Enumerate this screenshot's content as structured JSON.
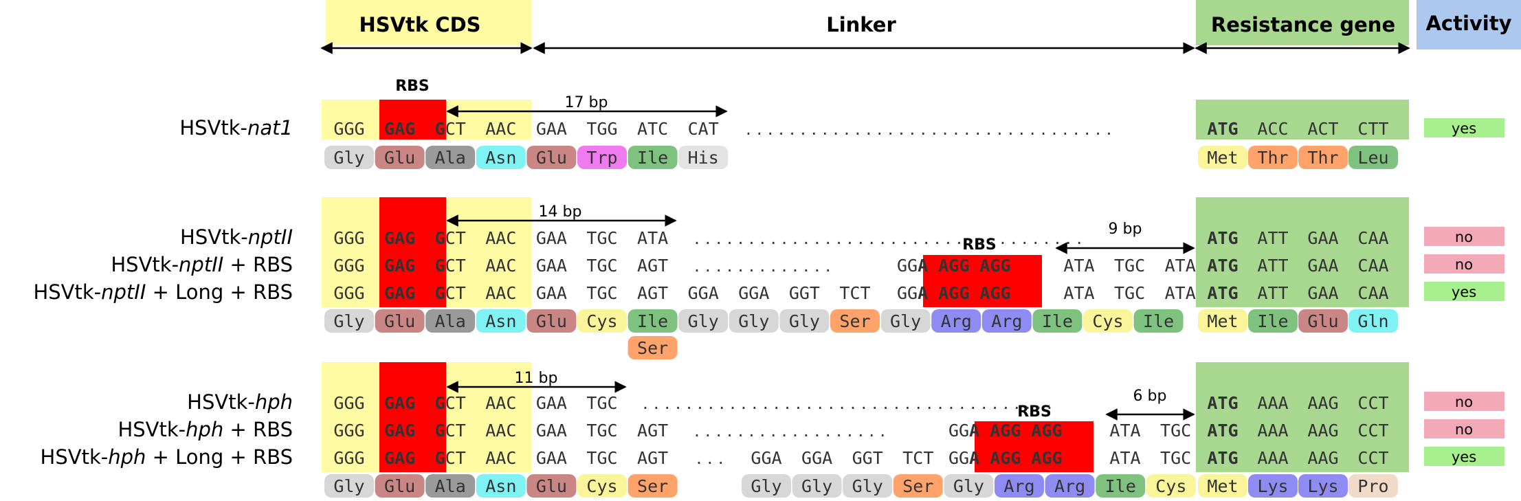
{
  "headers": {
    "cds": "HSVtk CDS",
    "linker": "Linker",
    "resistance": "Resistance gene",
    "activity": "Activity"
  },
  "rbs_label": "RBS",
  "colors": {
    "cds_bg": "#FFFBA3",
    "resistance_bg": "#A8D890",
    "activity_bg": "#ADC8EE",
    "rbs_red": "#FF0000",
    "yes_bg": "#A7F08D",
    "no_bg": "#F4A9B8",
    "aa": {
      "Gly": "#D7D7D7",
      "Glu": "#C98684",
      "Ala": "#9A9A9A",
      "Asn": "#7FF3F3",
      "Trp": "#F07AF0",
      "Ile": "#7FC27F",
      "His": "#E3E3E3",
      "Cys": "#FAF59A",
      "Ser": "#FFA36B",
      "Arg": "#8E8CF2",
      "Met": "#FAF59A",
      "Thr": "#FFA36B",
      "Leu": "#7FC27F",
      "Gln": "#7FF3F3",
      "Lys": "#8E8CF2",
      "Pro": "#F2DAC8"
    }
  },
  "blocks": [
    {
      "id": "nat1",
      "bp_label": "17 bp",
      "rows": [
        {
          "prefix": "HSVtk-",
          "gene": "nat1",
          "suffix": "",
          "activity": "yes",
          "codons": [
            "GGG",
            "GAG",
            "GCT",
            "AAC",
            "GAA",
            "TGG",
            "ATC",
            "CAT"
          ],
          "dots": ". . . . . . . . . . . . . . . . . . . . . . . . . . . . . . . . . .",
          "rbs_codons": [],
          "linker_tail": [],
          "res_codons": [
            "ATG",
            "ACC",
            "ACT",
            "CTT"
          ]
        }
      ],
      "aa": [
        "Gly",
        "Glu",
        "Ala",
        "Asn",
        "Glu",
        "Trp",
        "Ile",
        "His"
      ],
      "aa_res": [
        "Met",
        "Thr",
        "Thr",
        "Leu"
      ]
    },
    {
      "id": "nptII",
      "bp_label": "14 bp",
      "bp_label2": "9 bp",
      "rows": [
        {
          "prefix": "HSVtk-",
          "gene": "nptII",
          "suffix": "",
          "activity": "no",
          "codons": [
            "GGG",
            "GAG",
            "GCT",
            "AAC",
            "GAA",
            "TGC",
            "ATA"
          ],
          "dots": ". . . . . . . . . . . . . . . . . . . . . . . . . . . . . . . . . . . .",
          "rbs_codons": [],
          "linker_tail": [],
          "res_codons": [
            "ATG",
            "ATT",
            "GAA",
            "CAA"
          ]
        },
        {
          "prefix": "HSVtk-",
          "gene": "nptII",
          "suffix": " + RBS",
          "activity": "no",
          "codons": [
            "GGG",
            "GAG",
            "GCT",
            "AAC",
            "GAA",
            "TGC",
            "AGT"
          ],
          "dots": ". . . . . . . . . . . . .",
          "rbs_codons": [
            "GGA",
            "AGG",
            "AGG"
          ],
          "linker_tail": [
            "ATA",
            "TGC",
            "ATA"
          ],
          "res_codons": [
            "ATG",
            "ATT",
            "GAA",
            "CAA"
          ]
        },
        {
          "prefix": "HSVtk-",
          "gene": "nptII",
          "suffix": " + Long + RBS",
          "activity": "yes",
          "codons": [
            "GGG",
            "GAG",
            "GCT",
            "AAC",
            "GAA",
            "TGC",
            "AGT",
            "GGA",
            "GGA",
            "GGT",
            "TCT"
          ],
          "dots": "",
          "rbs_codons": [
            "GGA",
            "AGG",
            "AGG"
          ],
          "linker_tail": [
            "ATA",
            "TGC",
            "ATA"
          ],
          "res_codons": [
            "ATG",
            "ATT",
            "GAA",
            "CAA"
          ]
        }
      ],
      "aa": [
        "Gly",
        "Glu",
        "Ala",
        "Asn",
        "Glu",
        "Cys",
        "Ile",
        "Gly",
        "Gly",
        "Gly",
        "Ser",
        "Gly",
        "Arg",
        "Arg",
        "Ile",
        "Cys",
        "Ile"
      ],
      "aa_extra": "Ser",
      "aa_res": [
        "Met",
        "Ile",
        "Glu",
        "Gln"
      ]
    },
    {
      "id": "hph",
      "bp_label": "11 bp",
      "bp_label2": "6 bp",
      "rows": [
        {
          "prefix": "HSVtk-",
          "gene": "hph",
          "suffix": "",
          "activity": "no",
          "codons": [
            "GGG",
            "GAG",
            "GCT",
            "AAC",
            "GAA",
            "TGC"
          ],
          "dots": ". . . . . . . . . . . . . . . . . . . . . . . . . . . . . . . . . . . . . .",
          "rbs_codons": [],
          "linker_tail": [],
          "res_codons": [
            "ATG",
            "AAA",
            "AAG",
            "CCT"
          ]
        },
        {
          "prefix": "HSVtk-",
          "gene": "hph",
          "suffix": " + RBS",
          "activity": "no",
          "codons": [
            "GGG",
            "GAG",
            "GCT",
            "AAC",
            "GAA",
            "TGC",
            "AGT"
          ],
          "dots": ". . . . . . . . . . . . . . . . . .",
          "rbs_codons": [
            "GGA",
            "AGG",
            "AGG"
          ],
          "linker_tail": [
            "ATA",
            "TGC"
          ],
          "res_codons": [
            "ATG",
            "AAA",
            "AAG",
            "CCT"
          ]
        },
        {
          "prefix": "HSVtk-",
          "gene": "hph",
          "suffix": " + Long + RBS",
          "activity": "yes",
          "codons": [
            "GGG",
            "GAG",
            "GCT",
            "AAC",
            "GAA",
            "TGC",
            "AGT"
          ],
          "dots": ". . .",
          "mid_codons": [
            "GGA",
            "GGA",
            "GGT",
            "TCT"
          ],
          "rbs_codons": [
            "GGA",
            "AGG",
            "AGG"
          ],
          "linker_tail": [
            "ATA",
            "TGC"
          ],
          "res_codons": [
            "ATG",
            "AAA",
            "AAG",
            "CCT"
          ]
        }
      ],
      "aa": [
        "Gly",
        "Glu",
        "Ala",
        "Asn",
        "Glu",
        "Cys",
        "Ser"
      ],
      "aa_mid": [
        "Gly",
        "Gly",
        "Gly",
        "Ser",
        "Gly",
        "Arg",
        "Arg",
        "Ile",
        "Cys"
      ],
      "aa_res": [
        "Met",
        "Lys",
        "Lys",
        "Pro"
      ]
    }
  ]
}
